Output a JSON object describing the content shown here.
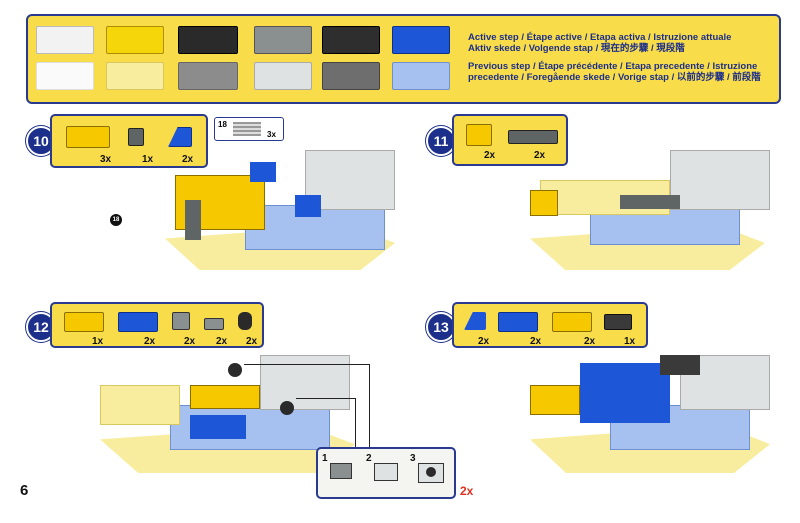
{
  "legend": {
    "active_line1": "Active step / Étape active / Etapa activa / Istruzione attuale",
    "active_line2": "Aktiv skede / Volgende stap / 現在的步驟 / 現段階",
    "previous_line1": "Previous step / Étape précédente / Etapa precedente / Istruzione",
    "previous_line2": "precedente / Foregående skede / Vorige stap / 以前的步驟 / 前段階"
  },
  "steps": [
    {
      "number": "10",
      "quantities": [
        "3x",
        "1x",
        "2x"
      ]
    },
    {
      "number": "11",
      "quantities": [
        "2x",
        "2x"
      ]
    },
    {
      "number": "12",
      "quantities": [
        "1x",
        "2x",
        "2x",
        "2x",
        "2x"
      ]
    },
    {
      "number": "13",
      "quantities": [
        "2x",
        "2x",
        "2x",
        "1x"
      ]
    }
  ],
  "step10_ruler": {
    "length": "18",
    "qty": "3x"
  },
  "step10_callout": "18",
  "callout": {
    "sub1": "1",
    "sub2": "2",
    "sub3": "3",
    "qty": "2x"
  },
  "page_number": "6",
  "colors": {
    "navy": "#1c2f8a",
    "yellow": "#f8dc4a",
    "blue": "#2b5cd8",
    "light_blue": "#a6c0ef",
    "grey": "#9a9a9a",
    "dark": "#3a3a3a",
    "red": "#e03020"
  }
}
